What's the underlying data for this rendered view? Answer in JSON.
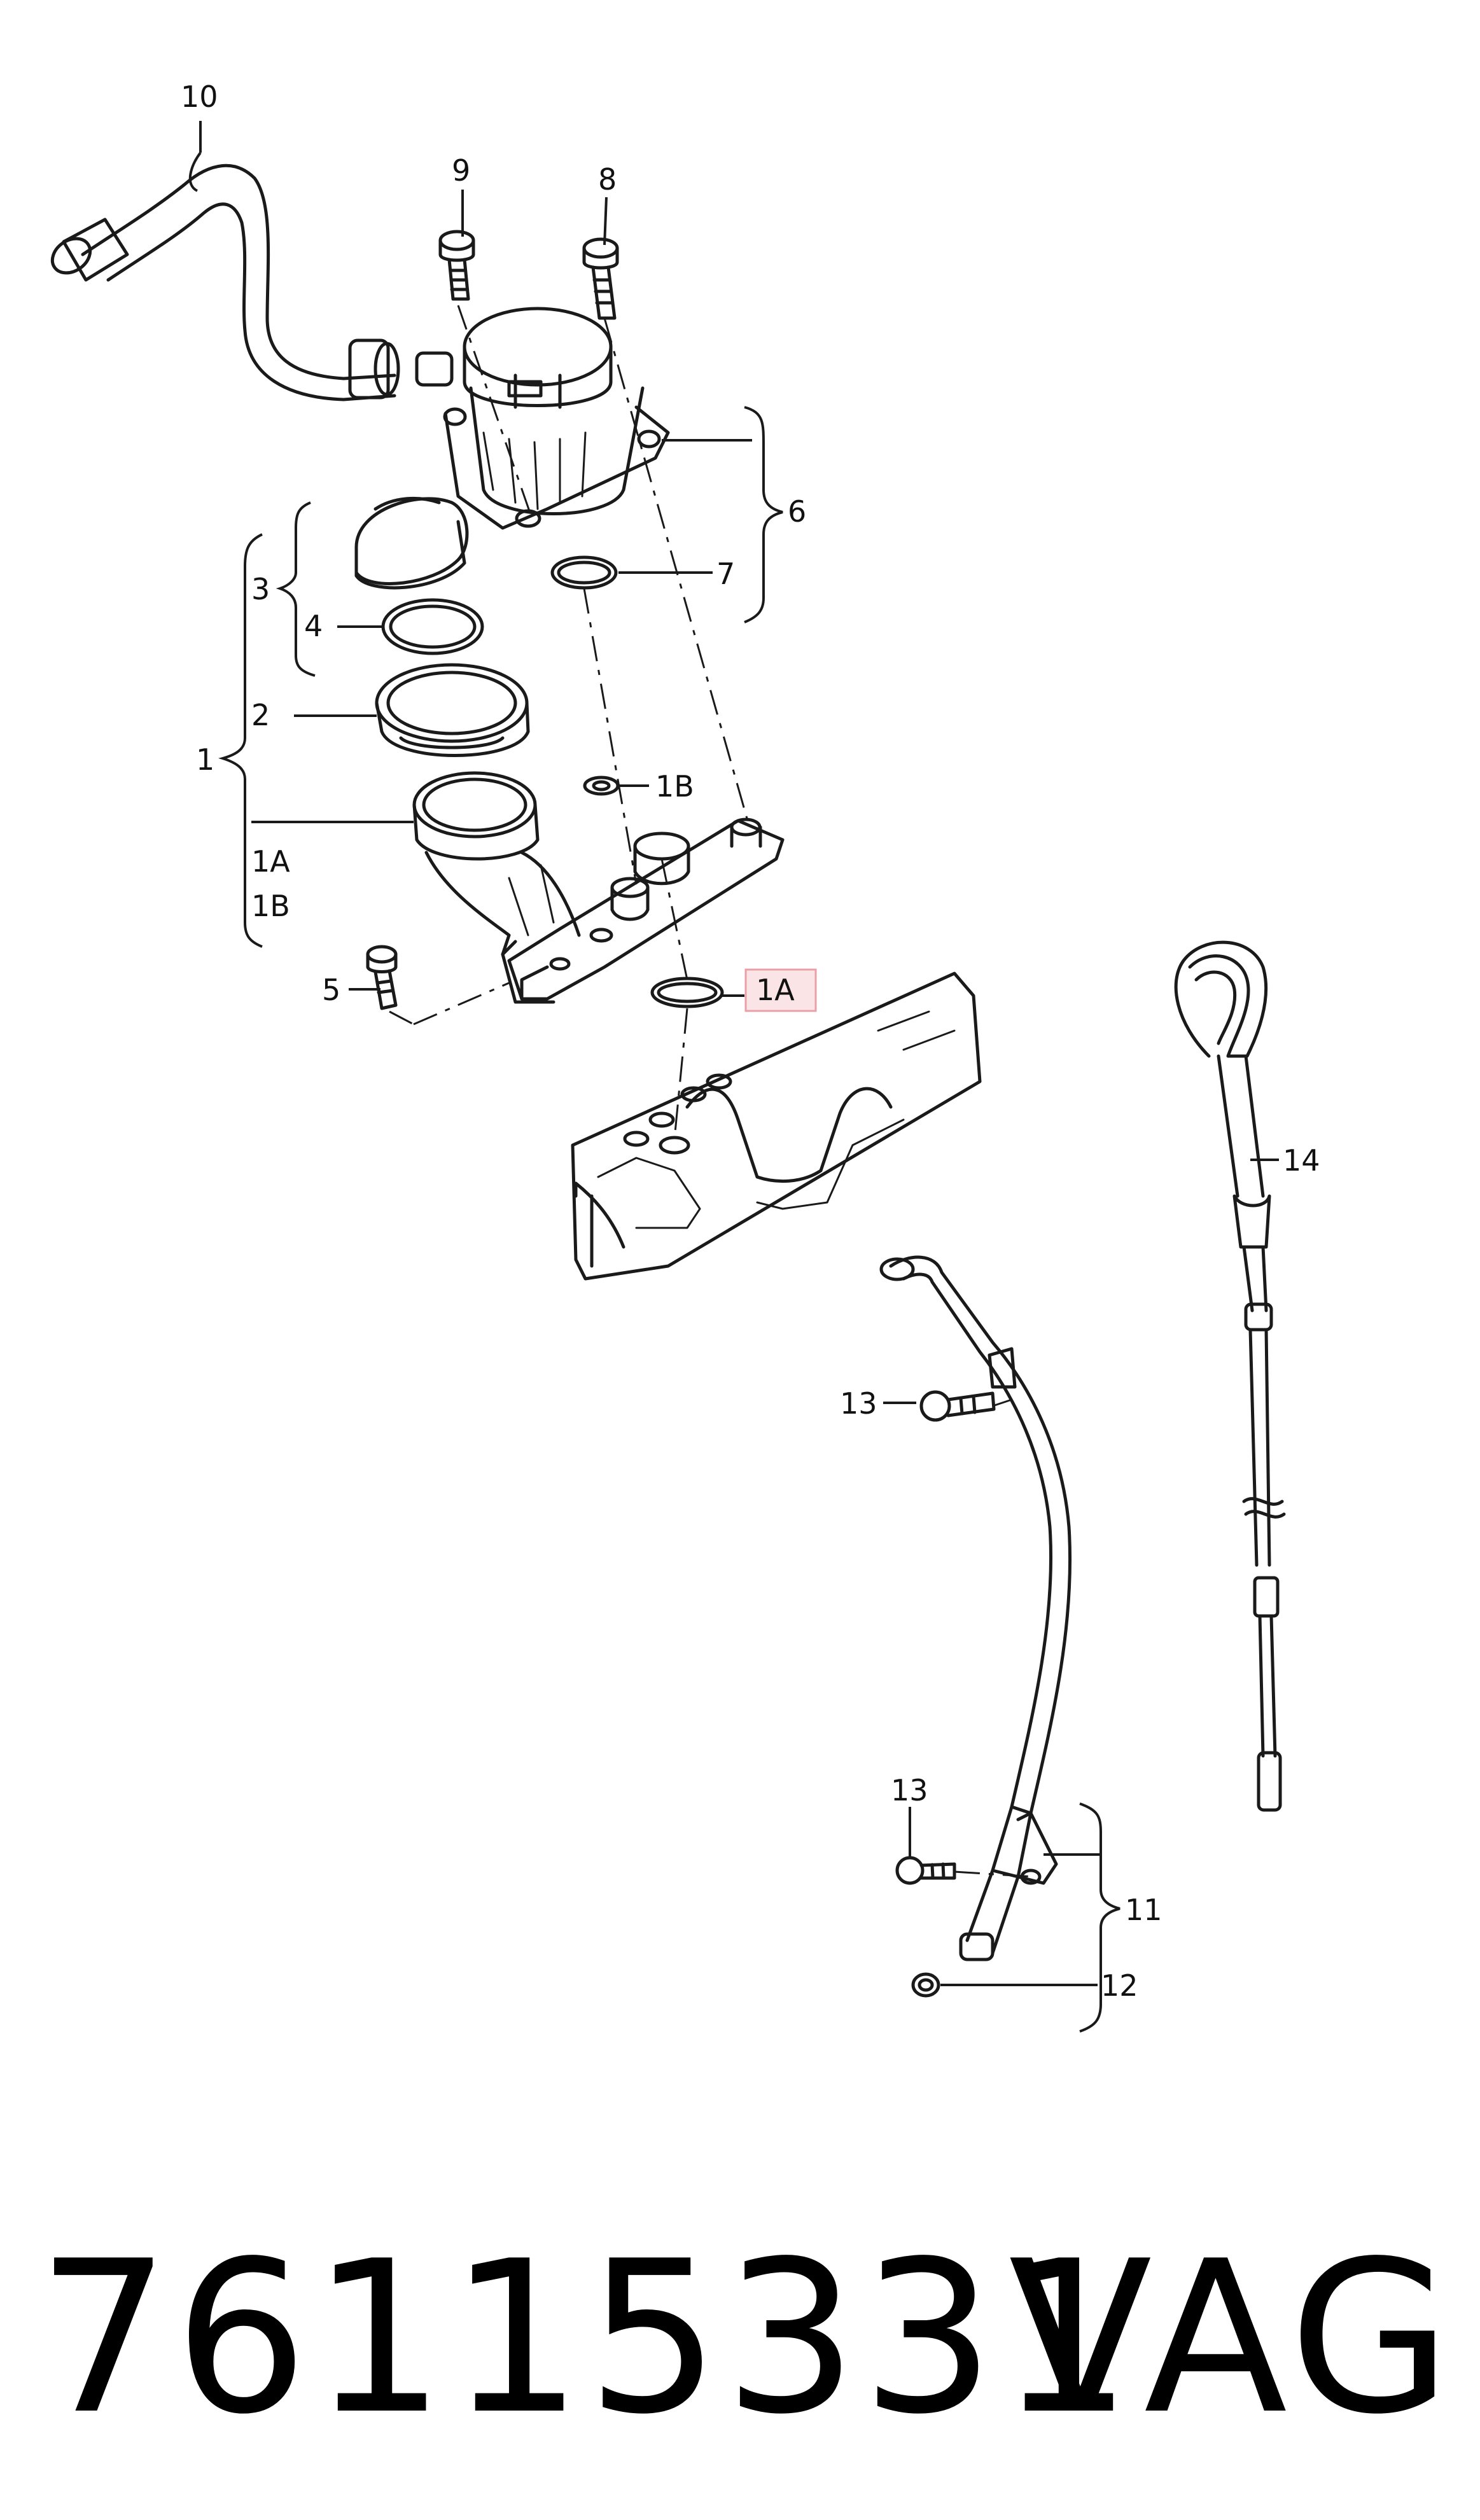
{
  "diagram": {
    "callouts": {
      "c10": "10",
      "c9": "9",
      "c8": "8",
      "c6": "6",
      "c7": "7",
      "c3": "3",
      "c4": "4",
      "c2": "2",
      "c1": "1",
      "c1a_left": "1A",
      "c1b_left": "1B",
      "c1b": "1B",
      "c5": "5",
      "c1a_highlight": "1A",
      "c14": "14",
      "c13_upper": "13",
      "c13_lower": "13",
      "c11": "11",
      "c12": "12"
    },
    "highlight_color": "#e8a0a8"
  },
  "footer": {
    "part_number": "76115331",
    "brand": "VAG"
  }
}
